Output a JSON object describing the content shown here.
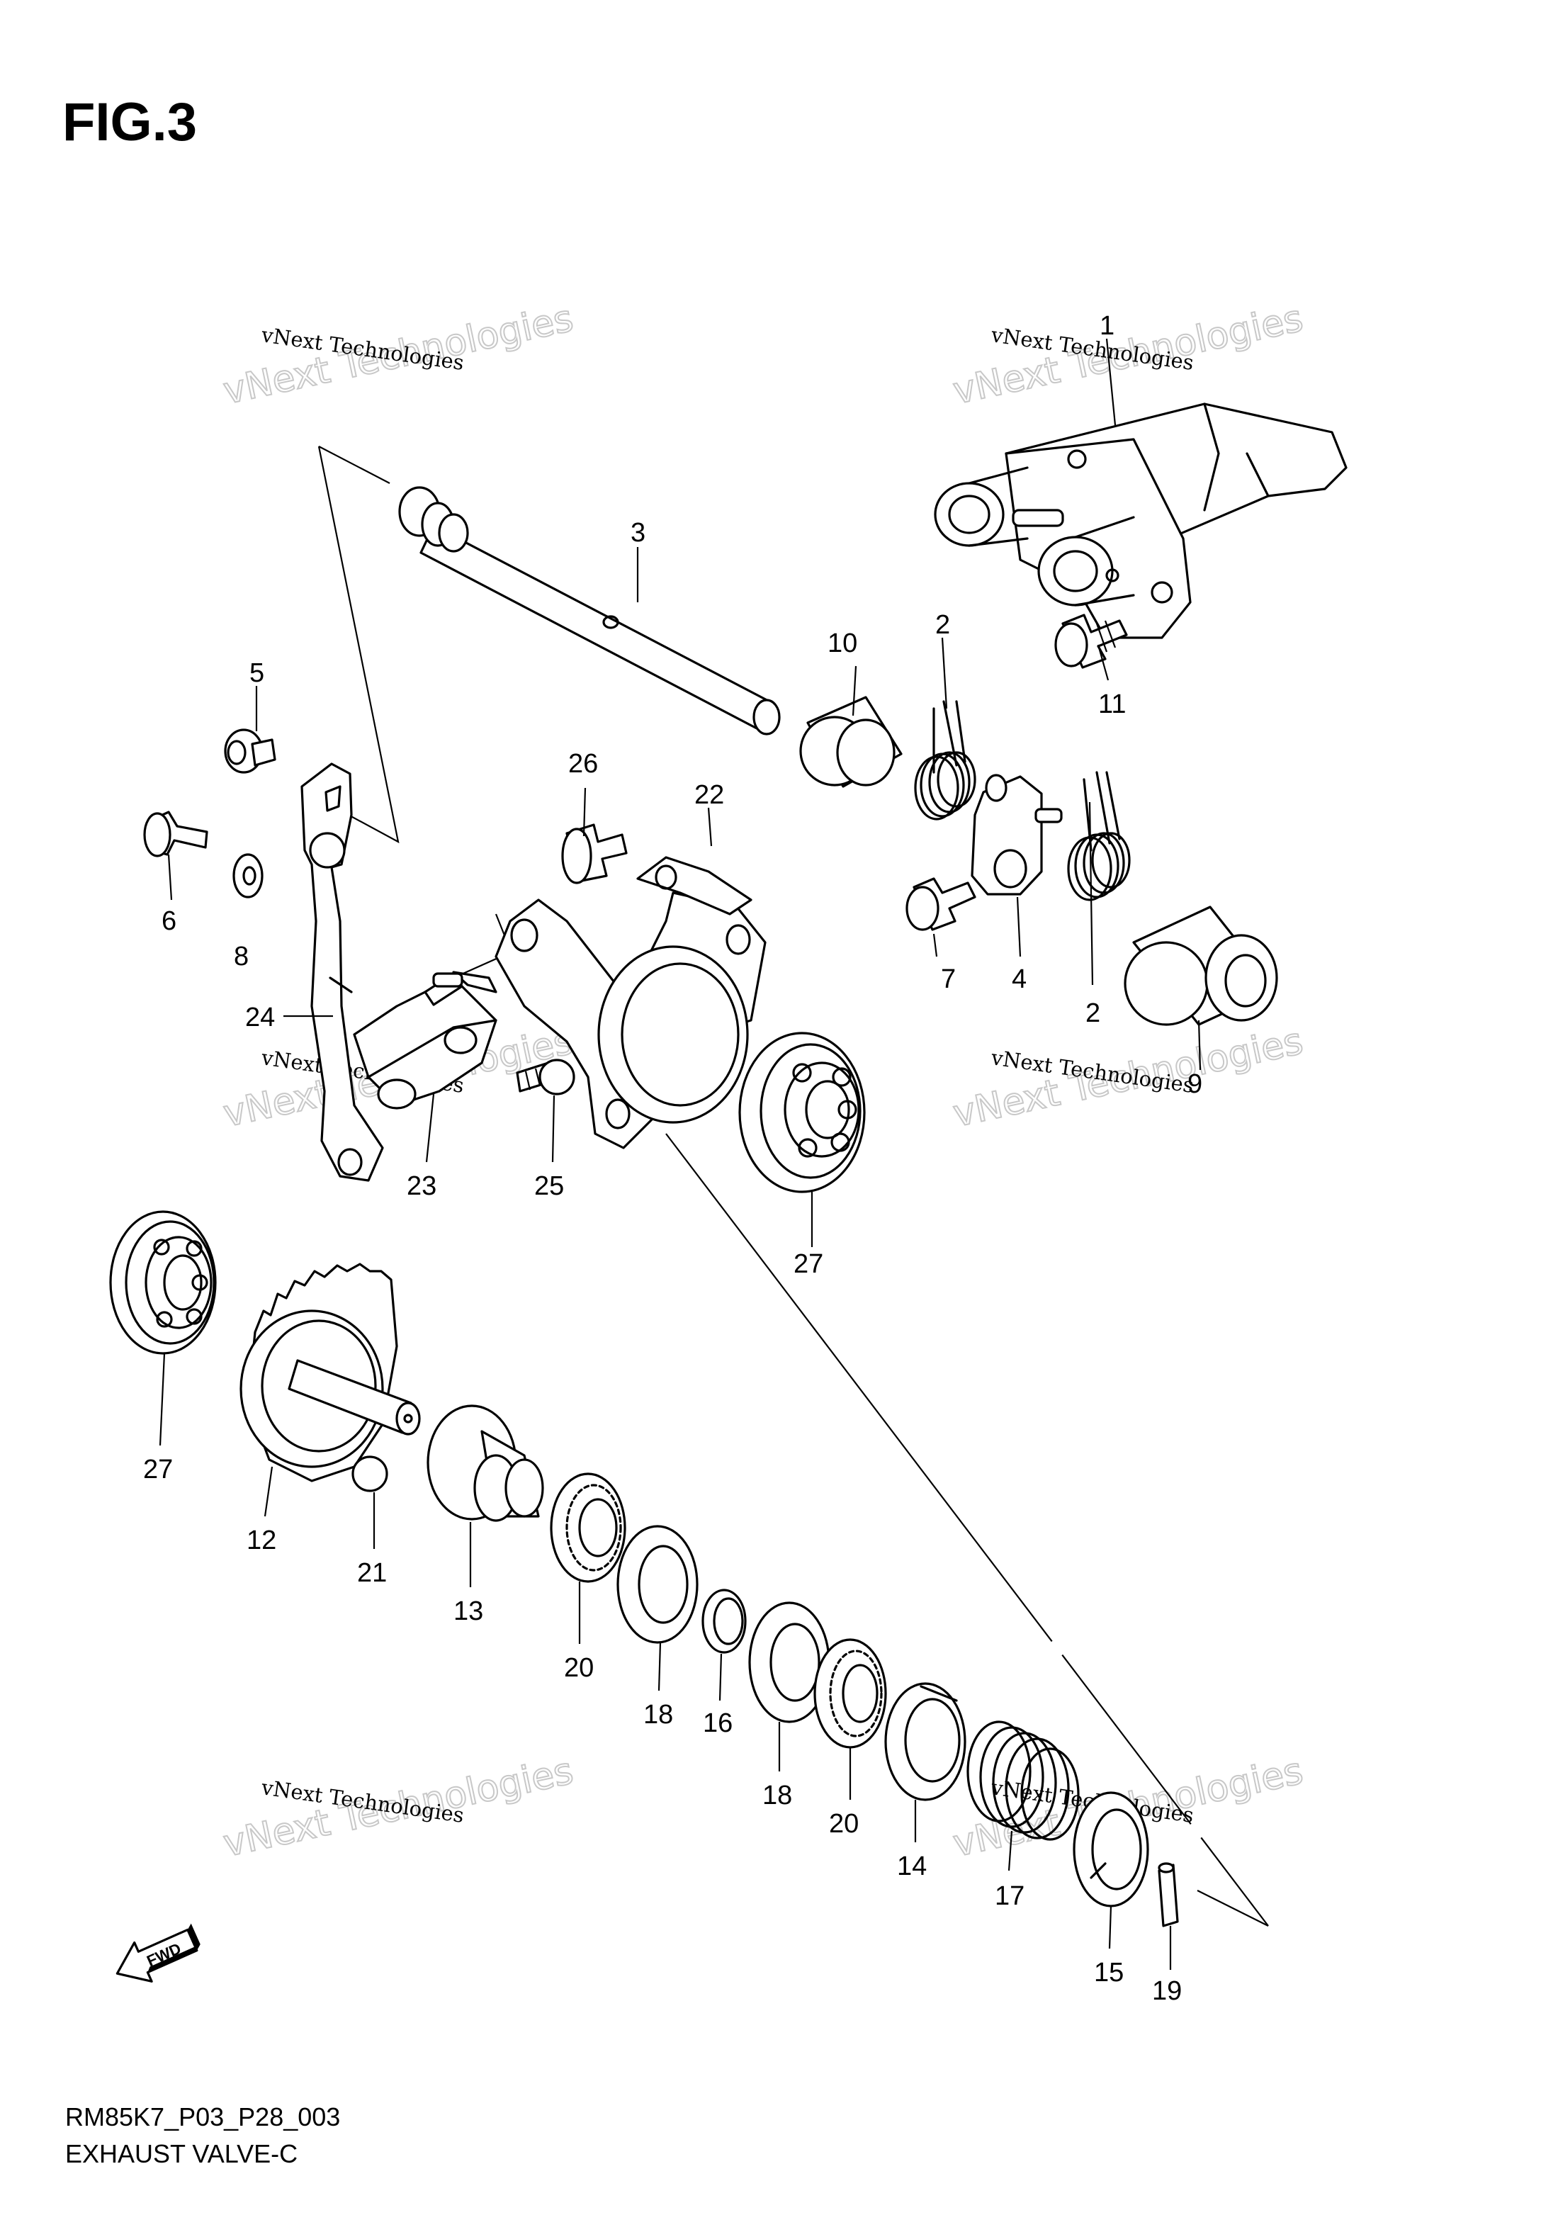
{
  "figure": {
    "title": "FIG.3",
    "code": "RM85K7_P03_P28_003",
    "name": "EXHAUST VALVE-C"
  },
  "watermark": {
    "small_text": "vNext Technologies",
    "large_text": "vNext Technologies",
    "color": "#c8c8c8"
  },
  "fwd_arrow": {
    "label": "FWD"
  },
  "callouts": {
    "c1": "1",
    "c2a": "2",
    "c2b": "2",
    "c3": "3",
    "c4": "4",
    "c5": "5",
    "c6": "6",
    "c7": "7",
    "c8": "8",
    "c9": "9",
    "c10": "10",
    "c11": "11",
    "c12": "12",
    "c13": "13",
    "c14": "14",
    "c15": "15",
    "c16": "16",
    "c17": "17",
    "c18a": "18",
    "c18b": "18",
    "c19": "19",
    "c20a": "20",
    "c20b": "20",
    "c21": "21",
    "c22": "22",
    "c23": "23",
    "c24": "24",
    "c25": "25",
    "c26": "26",
    "c27a": "27",
    "c27b": "27"
  }
}
